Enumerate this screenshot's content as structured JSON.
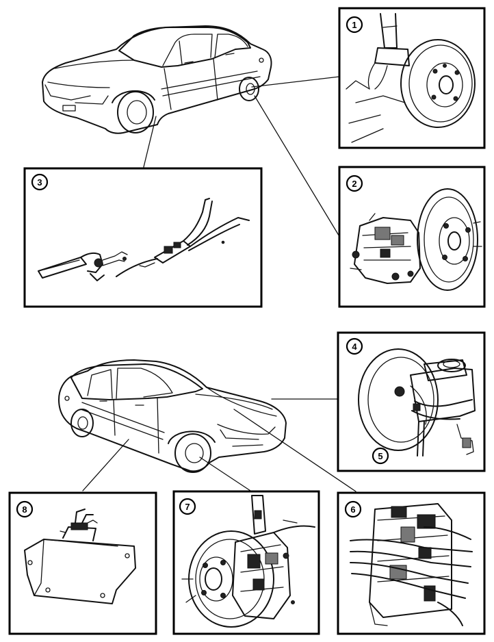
{
  "callouts": {
    "c1": "1",
    "c2": "2",
    "c3": "3",
    "c4": "4",
    "c5": "5",
    "c6": "6",
    "c7": "7",
    "c8": "8"
  },
  "icons": {
    "car_rear": "sedan-rear-three-quarter",
    "car_front": "sedan-front-three-quarter",
    "panel1": "rear-drum-brake",
    "panel2": "rear-disc-brake-caliper",
    "panel3": "parking-brake-cables",
    "panel4": "brake-booster-master-cylinder",
    "panel6": "abs-hydraulic-unit",
    "panel7": "front-disc-brake-caliper",
    "panel8": "abs-control-module"
  }
}
